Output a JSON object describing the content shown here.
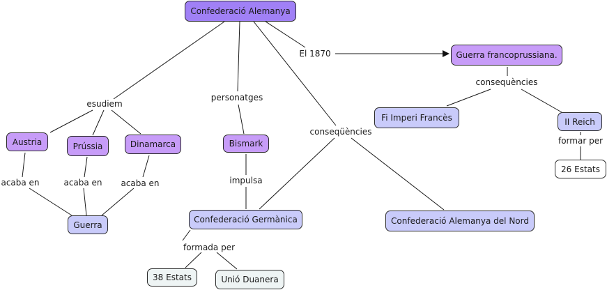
{
  "map": {
    "nodes": {
      "confederacio_alemanya": "Confederació Alemanya",
      "guerra_francoprussiana": "Guerra francoprussiana.",
      "austria": "Austria",
      "prussia": "Prússia",
      "dinamarca": "Dinamarca",
      "bismark": "Bismark",
      "guerra": "Guerra",
      "confederacio_germanica": "Confederació Germànica",
      "confederacio_alemanya_nord": "Confederació Alemanya del Nord",
      "fi_imperi_frances": "Fi Imperi Francès",
      "ii_reich": "II Reich",
      "estats_26": "26 Estats",
      "estats_38": "38 Estats",
      "unio_duanera": "Unió Duanera"
    },
    "links": {
      "esudiem": "esudiem",
      "personatges": "personatges",
      "el_1870": "El 1870",
      "consequencies_main": "conseqüències",
      "consequencies_fp": "consequències",
      "acaba_en_1": "acaba en",
      "acaba_en_2": "acaba en",
      "acaba_en_3": "acaba en",
      "impulsa": "impulsa",
      "formada_per": "formada per",
      "formar_per": "formar per"
    },
    "colors": {
      "root": "#a080f6",
      "level1": "#c79cf8",
      "level2": "#c9cbfa",
      "leaf": "#eef4f4",
      "line": "#1a1a1a"
    }
  }
}
